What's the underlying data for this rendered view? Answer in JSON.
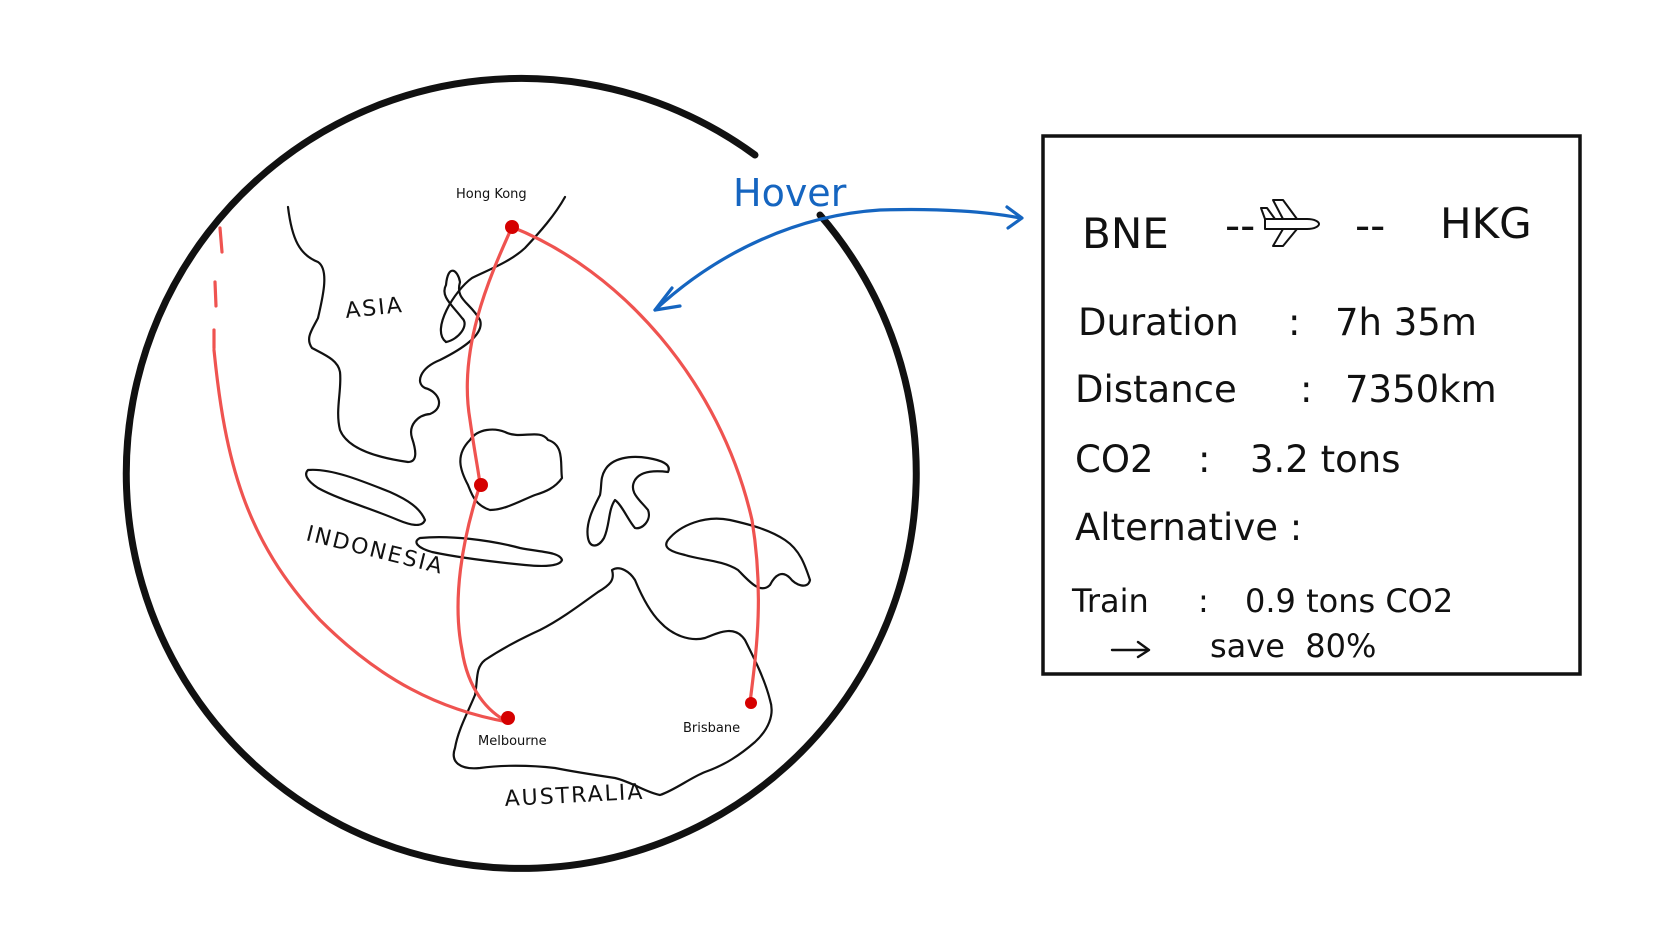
{
  "map": {
    "cities": {
      "hong_kong": "Hong Kong",
      "melbourne": "Melbourne",
      "brisbane": "Brisbane"
    },
    "regions": {
      "asia": "ASIA",
      "indonesia": "INDONESIA",
      "australia": "AUSTRALIA"
    },
    "route_color": "#ef5350",
    "city_color": "#d50000"
  },
  "annotation": {
    "hover_label": "Hover",
    "hover_color": "#1565c0"
  },
  "info_card": {
    "origin": "BNE",
    "separator_left": "--",
    "separator_right": "--",
    "plane_icon": "airplane-icon",
    "destination": "HKG",
    "duration_label": "Duration",
    "duration_value": "7h 35m",
    "distance_label": "Distance",
    "distance_value": "7350km",
    "co2_label": "CO2",
    "co2_value": "3.2 tons",
    "alternative_label": "Alternative :",
    "train_label": "Train",
    "train_value": "0.9 tons CO2",
    "arrow_icon": "arrow-right-icon",
    "save_text": "save  80%"
  }
}
